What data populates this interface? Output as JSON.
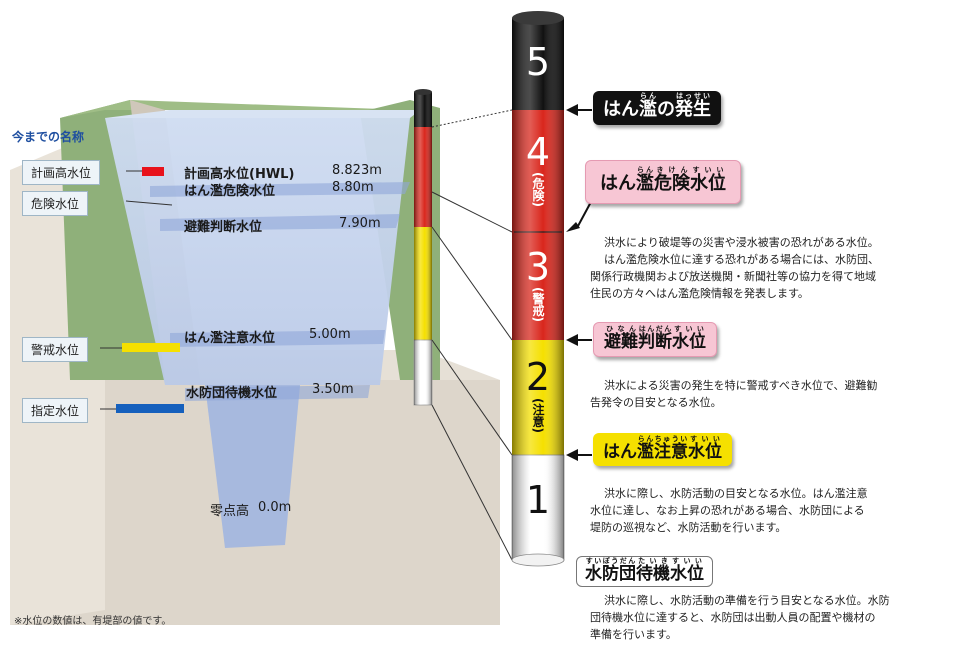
{
  "colors": {
    "level5": "#111111",
    "level4": "#d9261c",
    "level3": "#d9261c",
    "level2": "#f5e000",
    "level1": "#ffffff",
    "tag_black": "#111111",
    "tag_pink": "#f7c6d4",
    "tag_yellow": "#f5e000",
    "water": "#bcd0ec",
    "embankment": "#8fb07a",
    "ground": "#ddd6cb"
  },
  "pole": {
    "segments": [
      {
        "label": "5",
        "sub": ""
      },
      {
        "label": "4",
        "sub": "(危険)"
      },
      {
        "label": "3",
        "sub": "(警戒)"
      },
      {
        "label": "2",
        "sub": "(注意)"
      },
      {
        "label": "1",
        "sub": ""
      }
    ]
  },
  "old_names": {
    "heading": "今までの名称",
    "items": [
      {
        "label": "計画高水位"
      },
      {
        "label": "危険水位"
      },
      {
        "label": "警戒水位"
      },
      {
        "label": "指定水位"
      }
    ]
  },
  "water_levels": [
    {
      "name": "計画高水位(HWL)",
      "value": "8.823m"
    },
    {
      "name": "はん濫危険水位",
      "value": "8.80m"
    },
    {
      "name": "避難判断水位",
      "value": "7.90m"
    },
    {
      "name": "はん濫注意水位",
      "value": "5.00m"
    },
    {
      "name": "水防団待機水位",
      "value": "3.50m"
    },
    {
      "name": "零点高",
      "value": "0.0m"
    }
  ],
  "tags": [
    {
      "text": "はん濫の発生",
      "ruby": [
        [
          "はん",
          ""
        ],
        [
          "濫",
          "らん"
        ],
        [
          "の",
          ""
        ],
        [
          "発生",
          "はっせい"
        ]
      ]
    },
    {
      "text": "はん濫危険水位",
      "ruby": [
        [
          "はん",
          ""
        ],
        [
          "濫",
          "らん"
        ],
        [
          "危険",
          "きけん"
        ],
        [
          "水位",
          "すいい"
        ]
      ]
    },
    {
      "text": "避難判断水位",
      "ruby": [
        [
          "避難",
          "ひなん"
        ],
        [
          "判断",
          "はんだん"
        ],
        [
          "水位",
          "すいい"
        ]
      ]
    },
    {
      "text": "はん濫注意水位",
      "ruby": [
        [
          "はん",
          ""
        ],
        [
          "濫",
          "らん"
        ],
        [
          "注意",
          "ちゅうい"
        ],
        [
          "水位",
          "すいい"
        ]
      ]
    },
    {
      "text": "水防団待機水位",
      "ruby": [
        [
          "水防団",
          "すいぼうだん"
        ],
        [
          "待機",
          "たいき"
        ],
        [
          "水位",
          "すいい"
        ]
      ]
    }
  ],
  "descriptions": {
    "level4": [
      "洪水により破堤等の災害や浸水被害の恐れがある水位。",
      "はん濫危険水位に達する恐れがある場合には、水防団、",
      "関係行政機関および放送機関・新聞社等の協力を得て地域",
      "住民の方々へはん濫危険情報を発表します。"
    ],
    "level3": [
      "洪水による災害の発生を特に警戒すべき水位で、避難勧",
      "告発令の目安となる水位。"
    ],
    "level2": [
      "洪水に際し、水防活動の目安となる水位。はん濫注意",
      "水位に達し、なお上昇の恐れがある場合、水防団による",
      "堤防の巡視など、水防活動を行います。"
    ],
    "level1": [
      "洪水に際し、水防活動の準備を行う目安となる水位。水防",
      "団待機水位に達すると、水防団は出動人員の配置や機材の",
      "準備を行います。"
    ]
  },
  "footnote": "※水位の数値は、有堤部の値です。"
}
